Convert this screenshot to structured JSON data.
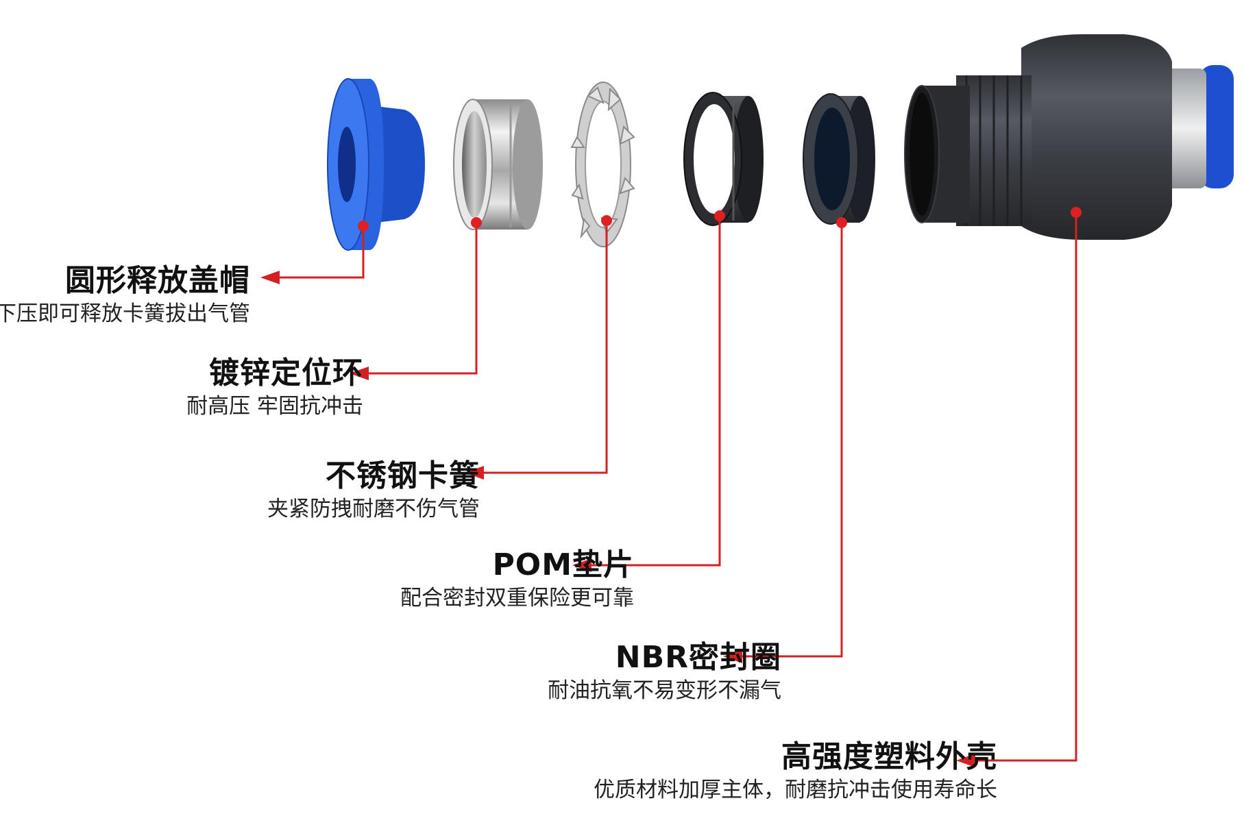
{
  "parts": [
    {
      "title": "圆形释放盖帽",
      "desc": "下压即可释放卡簧拔出气管",
      "part": "release-cap",
      "color": "#1e56d8"
    },
    {
      "title": "镀锌定位环",
      "desc": "耐高压 牢固抗冲击",
      "part": "positioning-ring",
      "color": "#c8c8c8"
    },
    {
      "title": "不锈钢卡簧",
      "desc": "夹紧防拽耐磨不伤气管",
      "part": "stainless-collet",
      "color": "#d4d4d4"
    },
    {
      "title": "POM垫片",
      "desc": "配合密封双重保险更可靠",
      "part": "pom-gasket",
      "color": "#2a2a2a"
    },
    {
      "title": "NBR密封圈",
      "desc": "耐油抗氧不易变形不漏气",
      "part": "nbr-seal",
      "color": "#2f3540"
    },
    {
      "title": "高强度塑料外壳",
      "desc": "优质材料加厚主体，耐磨抗冲击使用寿命长",
      "part": "plastic-housing",
      "color": "#3a3d42"
    }
  ],
  "colors": {
    "leader": "#d42020",
    "dot": "#e02020"
  }
}
